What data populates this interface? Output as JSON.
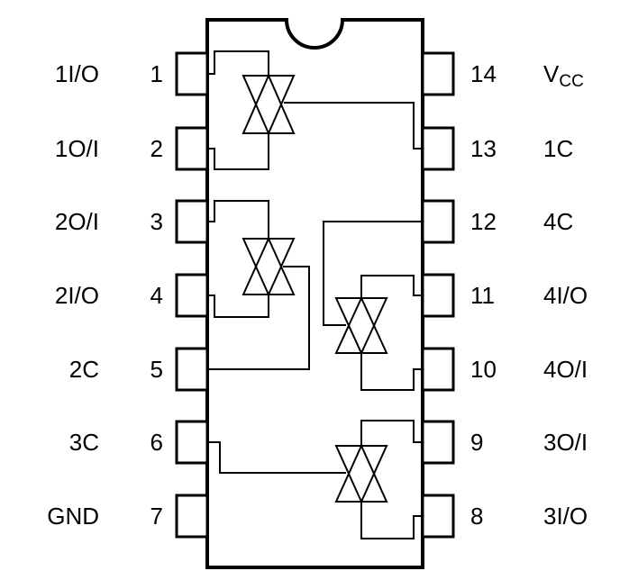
{
  "left_pins": [
    {
      "number": "1",
      "label": "1I/O"
    },
    {
      "number": "2",
      "label": "1O/I"
    },
    {
      "number": "3",
      "label": "2O/I"
    },
    {
      "number": "4",
      "label": "2I/O"
    },
    {
      "number": "5",
      "label": "2C"
    },
    {
      "number": "6",
      "label": "3C"
    },
    {
      "number": "7",
      "label": "GND"
    }
  ],
  "right_pins": [
    {
      "number": "14",
      "label_main": "V",
      "label_sub": "CC"
    },
    {
      "number": "13",
      "label": "1C"
    },
    {
      "number": "12",
      "label": "4C"
    },
    {
      "number": "11",
      "label": "4I/O"
    },
    {
      "number": "10",
      "label": "4O/I"
    },
    {
      "number": "9",
      "label": "3O/I"
    },
    {
      "number": "8",
      "label": "3I/O"
    }
  ]
}
